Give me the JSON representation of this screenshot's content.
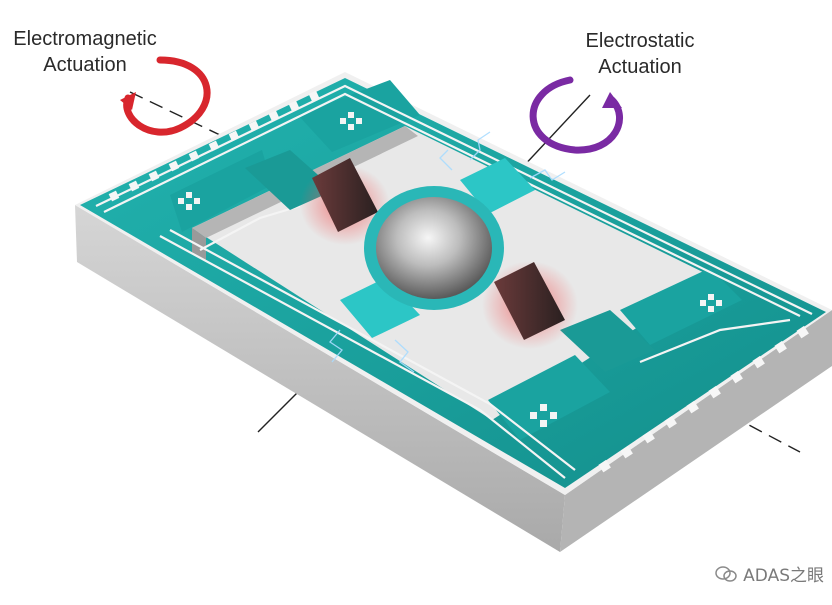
{
  "labels": {
    "electromagnetic_line1": "Electromagnetic",
    "electromagnetic_line2": "Actuation",
    "electrostatic_line1": "Electrostatic",
    "electrostatic_line2": "Actuation"
  },
  "watermark": {
    "text": "ADAS之眼",
    "icon": "wechat-icon"
  },
  "colors": {
    "chip_teal": "#1aa3a0",
    "substrate_top": "#eeeeee",
    "substrate_side": "#c8c8c8",
    "mirror_rim": "#2ecfd0",
    "em_arrow": "#d8262d",
    "es_arrow": "#7a2aa3",
    "magnet_glow": "#f05a5a",
    "spark": "#9fd9ff"
  }
}
